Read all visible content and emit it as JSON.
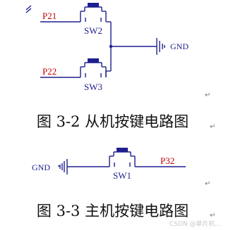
{
  "diagram1": {
    "net_top": "P21",
    "net_bottom": "P22",
    "switch_top": "SW2",
    "switch_bottom": "SW3",
    "ground": "GND",
    "caption": "图 3-2  从机按键电路图"
  },
  "diagram2": {
    "ground": "GND",
    "switch": "SW1",
    "net": "P32",
    "caption": "图 3-3  主机按键电路图"
  },
  "paragraph_mark": "↵",
  "watermark": "CSDN @单片机..."
}
